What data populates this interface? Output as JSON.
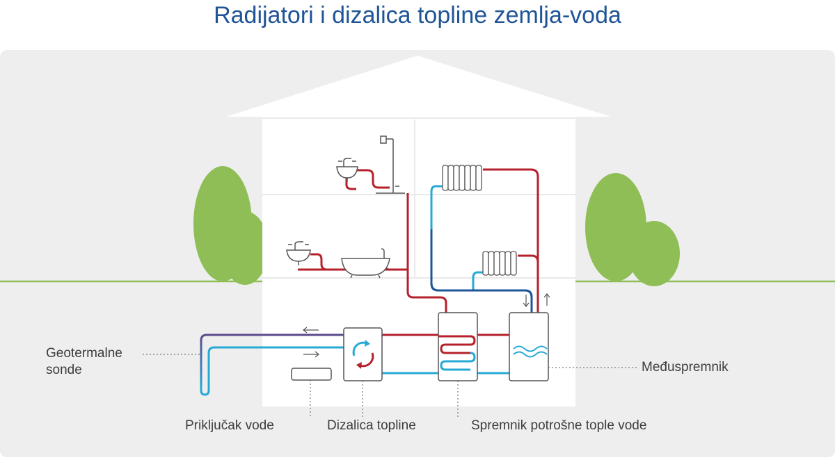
{
  "title": "Radijatori i dizalica topline zemlja-voda",
  "labels": {
    "geothermal_line1": "Geotermalne",
    "geothermal_line2": "sonde",
    "buffer_tank": "Međuspremnik",
    "water_connection": "Priključak vode",
    "heat_pump": "Dizalica topline",
    "hot_water_tank": "Spremnik potrošne tople vode"
  },
  "colors": {
    "title": "#1f5497",
    "background_panel": "#eeeeee",
    "house": "#ffffff",
    "trees": "#8fbe56",
    "ground_line": "#8fbe56",
    "hot_pipe": "#b5212b",
    "cold_pipe": "#27a9d6",
    "return_pipe": "#1f5497",
    "outline": "#555555",
    "label_text": "#3d3d3d"
  },
  "icons": [
    "sink-icon",
    "shower-icon",
    "bathtub-icon",
    "radiator-icon",
    "heat-pump-icon",
    "hot-water-tank-icon",
    "buffer-tank-icon",
    "water-connection-icon",
    "flow-arrow-icon"
  ]
}
